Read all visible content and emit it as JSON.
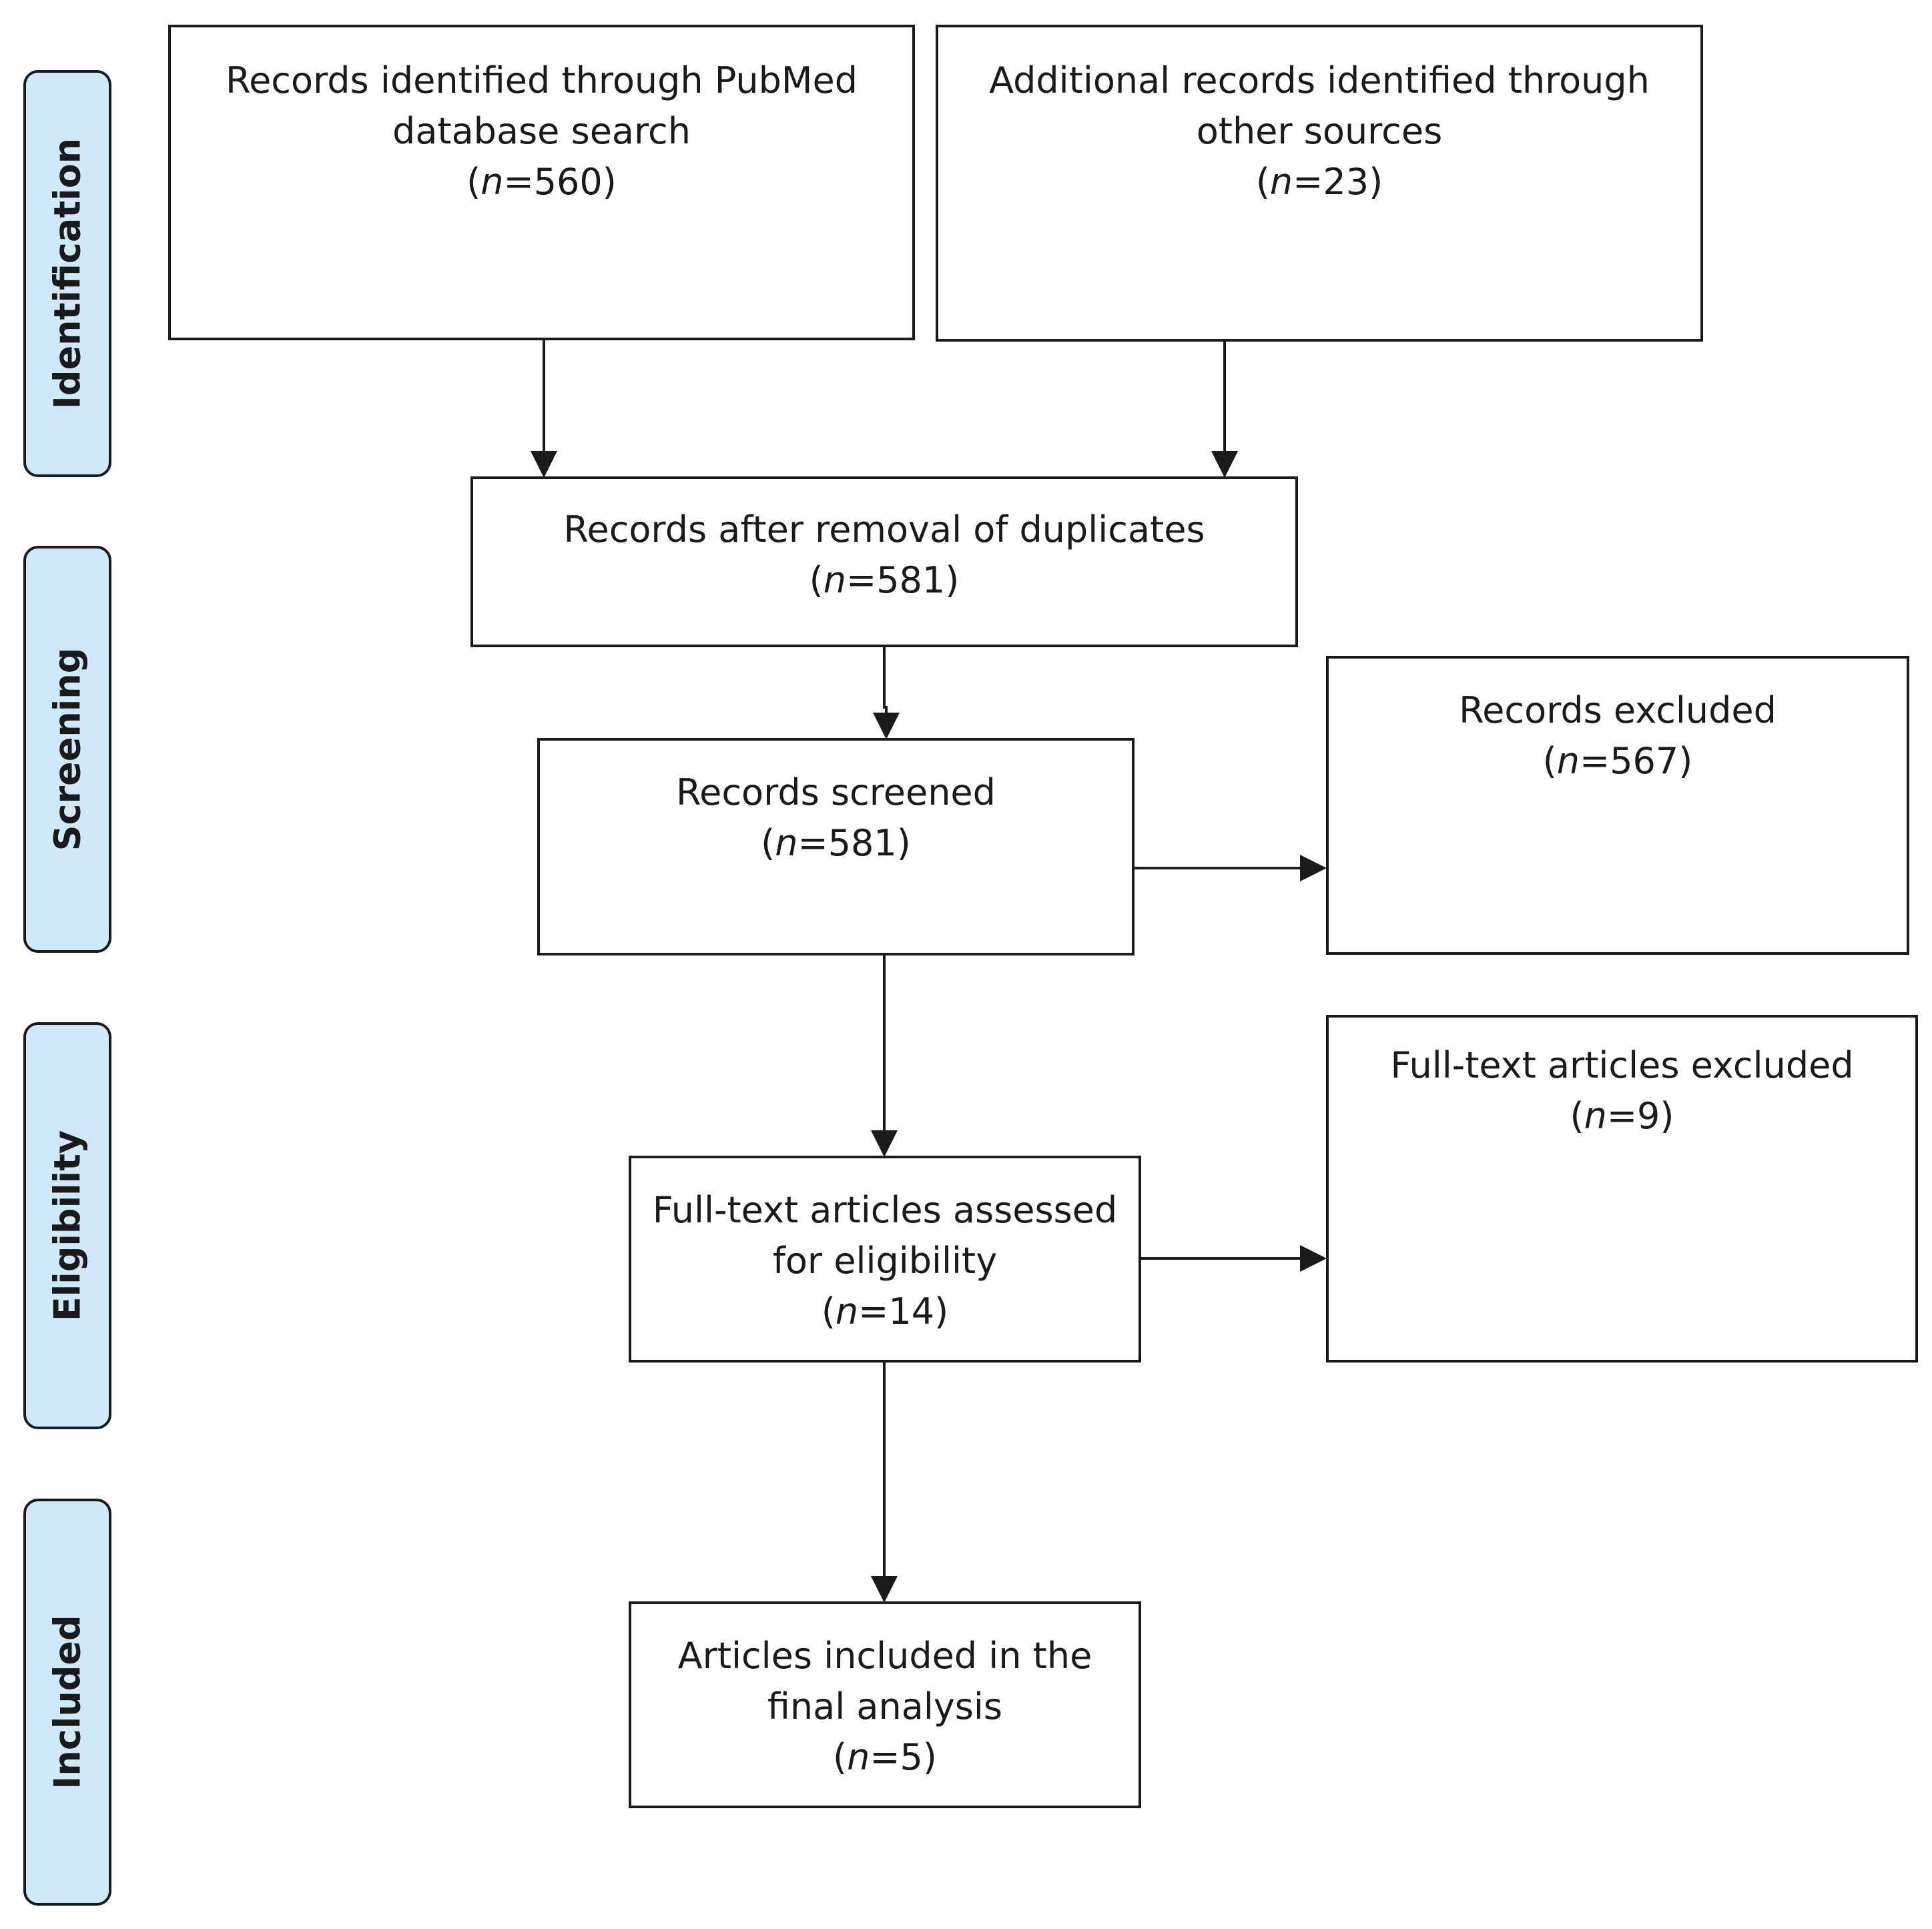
{
  "stages": [
    {
      "label": "Identification"
    },
    {
      "label": "Screening"
    },
    {
      "label": "Eligibility"
    },
    {
      "label": "Included"
    }
  ],
  "boxes": {
    "pubmed": {
      "lines": [
        "Records identified through PubMed",
        "database search"
      ],
      "n_var": "n",
      "n_value": "=560"
    },
    "other": {
      "lines": [
        "Additional records identified through",
        "other sources"
      ],
      "n_var": "n",
      "n_value": "=23"
    },
    "dedup": {
      "lines": [
        "Records after removal of duplicates"
      ],
      "n_var": "n",
      "n_value": "=581"
    },
    "screened": {
      "lines": [
        "Records screened"
      ],
      "n_var": "n",
      "n_value": "=581"
    },
    "excluded": {
      "lines": [
        "Records excluded"
      ],
      "n_var": "n",
      "n_value": "=567"
    },
    "fulltext": {
      "lines": [
        "Full-text articles assessed",
        "for eligibility"
      ],
      "n_var": "n",
      "n_value": "=14"
    },
    "fulltext_excluded": {
      "lines": [
        "Full-text articles excluded"
      ],
      "n_var": "n",
      "n_value": "=9"
    },
    "included": {
      "lines": [
        "Articles included in the",
        "final analysis"
      ],
      "n_var": "n",
      "n_value": "=5"
    }
  },
  "colors": {
    "stage_fill": "#cfe9f9",
    "stroke": "#1a1a1a"
  }
}
